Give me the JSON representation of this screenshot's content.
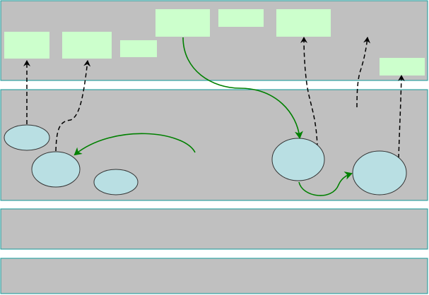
{
  "colors": {
    "panel_fill": "#c0c0c0",
    "panel_stroke": "#119999",
    "box_fill": "#ccffcc",
    "node_fill": "#b9dfe3",
    "flow_arrow": "#008000",
    "dependency_arrow": "#000000"
  },
  "panels": [
    "top-band",
    "middle-band",
    "lower-band-1",
    "lower-band-2"
  ]
}
